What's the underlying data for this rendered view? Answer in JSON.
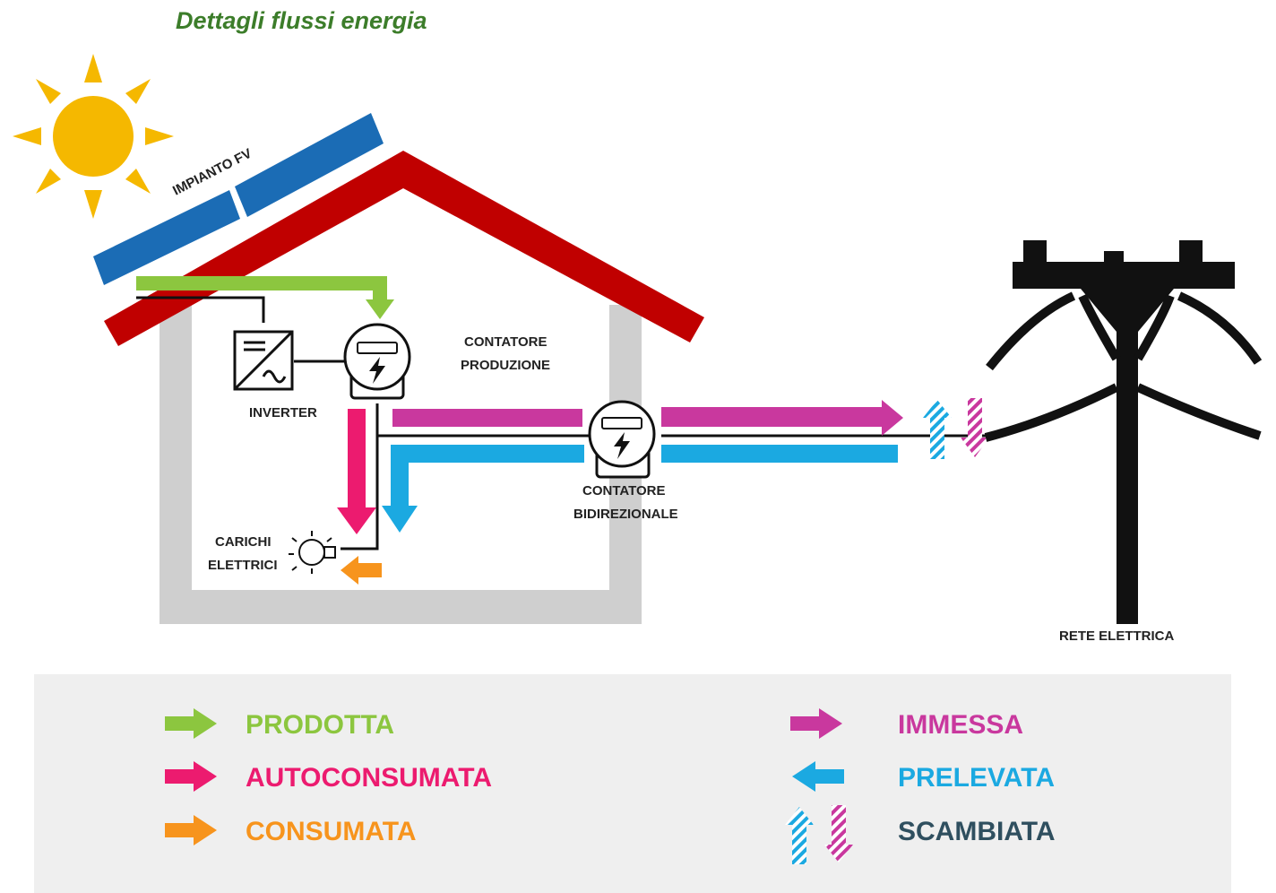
{
  "title": "Dettagli flussi energia",
  "labels": {
    "pv_system": "IMPIANTO FV",
    "inverter": "INVERTER",
    "production_meter_line1": "CONTATORE",
    "production_meter_line2": "PRODUZIONE",
    "bidirectional_meter_line1": "CONTATORE",
    "bidirectional_meter_line2": "BIDIREZIONALE",
    "loads_line1": "CARICHI",
    "loads_line2": "ELETTRICI",
    "grid": "RETE ELETTRICA"
  },
  "legend": {
    "prodotta": "PRODOTTA",
    "autoconsumata": "AUTOCONSUMATA",
    "consumata": "CONSUMATA",
    "immessa": "IMMESSA",
    "prelevata": "PRELEVATA",
    "scambiata": "SCAMBIATA"
  },
  "colors": {
    "title": "#3c7d2a",
    "prodotta": "#8cc63f",
    "autoconsumata": "#ec1b6f",
    "consumata": "#f7941d",
    "immessa": "#c9389e",
    "prelevata": "#1ba9e1",
    "scambiata": "#2f4f5f",
    "roof": "#c00000",
    "panel": "#1b6cb5",
    "house_wall": "#cfcfcf",
    "sun": "#f5b800",
    "legend_bg": "#efefef"
  },
  "icons": [
    "sun-icon",
    "solar-panel-icon",
    "inverter-icon",
    "production-meter-icon",
    "bidirectional-meter-icon",
    "light-bulb-icon",
    "power-pole-icon"
  ]
}
